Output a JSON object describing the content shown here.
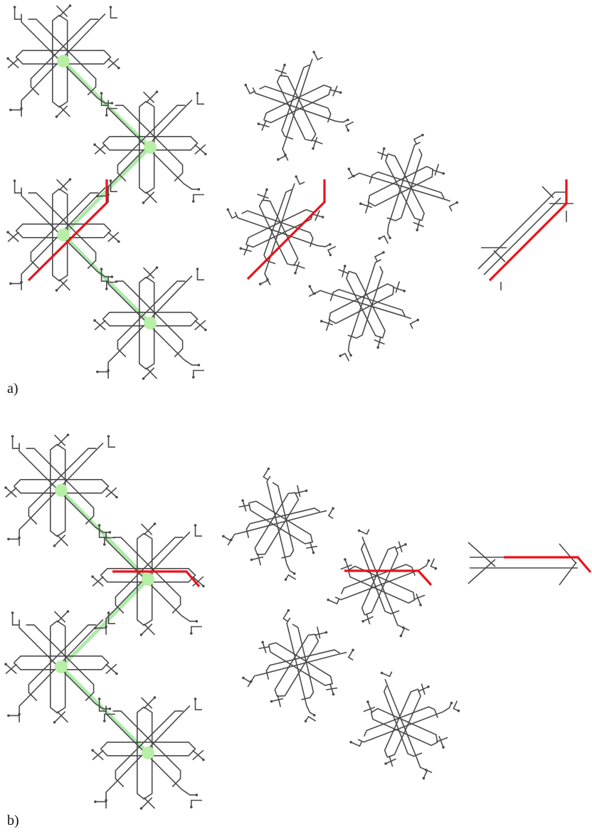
{
  "figure": {
    "panel_labels": [
      "a)",
      "b)"
    ]
  },
  "colors": {
    "wire": "#4a4a4a",
    "highlight": "#e8121b",
    "node": "#b8efa6",
    "path": "#9de89a"
  },
  "panels": [
    {
      "label": "a)",
      "description_key": "panel-a",
      "highlight_orientation": "diagonal"
    },
    {
      "label": "b)",
      "description_key": "panel-b",
      "highlight_orientation": "horizontal"
    }
  ]
}
